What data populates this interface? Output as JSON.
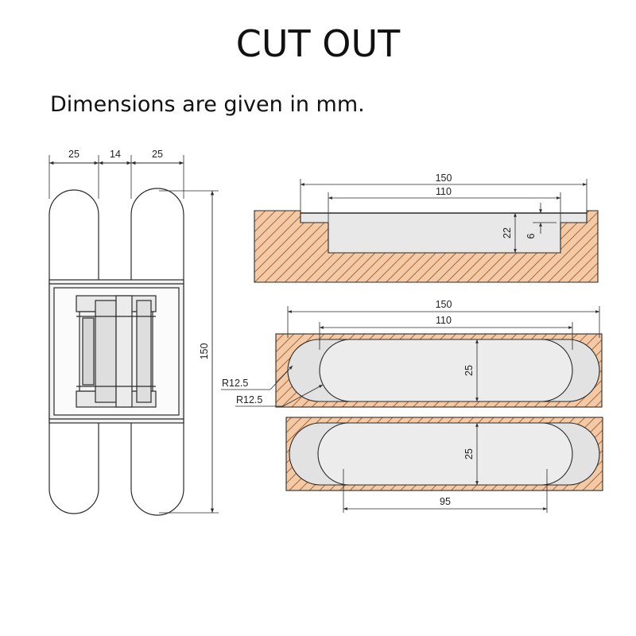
{
  "title": "CUT OUT",
  "subtitle": "Dimensions are given in mm.",
  "colors": {
    "line": "#2a2a2a",
    "fill_light": "#e6e6e6",
    "fill_mid": "#d4d4d4",
    "wood_fill": "#f3c9a6",
    "wood_hatch": "#a8683a"
  },
  "hinge_view": {
    "leaf_width": "25",
    "gap_width": "14",
    "leaf_width_right": "25",
    "height": "150"
  },
  "section_view": {
    "outer_length": "150",
    "inner_length": "110",
    "total_depth": "22",
    "step_depth": "6"
  },
  "top_slot_view": {
    "outer_length": "150",
    "inner_length": "110",
    "width": "25",
    "outer_radius": "R12.5",
    "inner_radius": "R12.5"
  },
  "bottom_slot_view": {
    "width": "25",
    "screw_spacing": "95"
  }
}
